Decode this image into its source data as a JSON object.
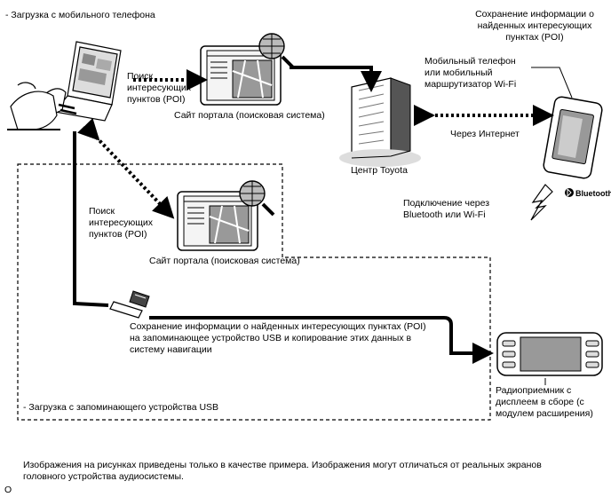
{
  "labels": {
    "mobile_download": "- Загрузка с мобильного телефона",
    "poi_save_top": "Сохранение информации о\nнайденных интересующих\nпунктах (POI)",
    "mobile_device": "Мобильный телефон\nили мобильный\nмаршрутизатор Wi-Fi",
    "poi_search_1": "Поиск\nинтересующих\nпунктов (POI)",
    "portal_site_1": "Сайт портала (поисковая система)",
    "via_internet": "Через Интернет",
    "toyota_center": "Центр Toyota",
    "connection": "Подключение через\nBluetooth или Wi-Fi",
    "poi_search_2": "Поиск\nинтересующих\nпунктов (POI)",
    "portal_site_2": "Сайт портала (поисковая система)",
    "usb_save": "Сохранение информации о найденных интересующих пунктах (POI)\nна запоминающее устройство USB и копирование этих данных в\nсистему навигации",
    "radio": "Радиоприемник с\nдисплеем в сборе (с\nмодулем расширения)",
    "usb_download": "- Загрузка с запоминающего устройства USB",
    "disclaimer": "Изображения на рисунках приведены только в качестве примера. Изображения могут отличаться от реальных экранов\nголовного устройства аудиосистемы.",
    "corner_mark": "O",
    "bluetooth_logo": "Bluetooth"
  }
}
